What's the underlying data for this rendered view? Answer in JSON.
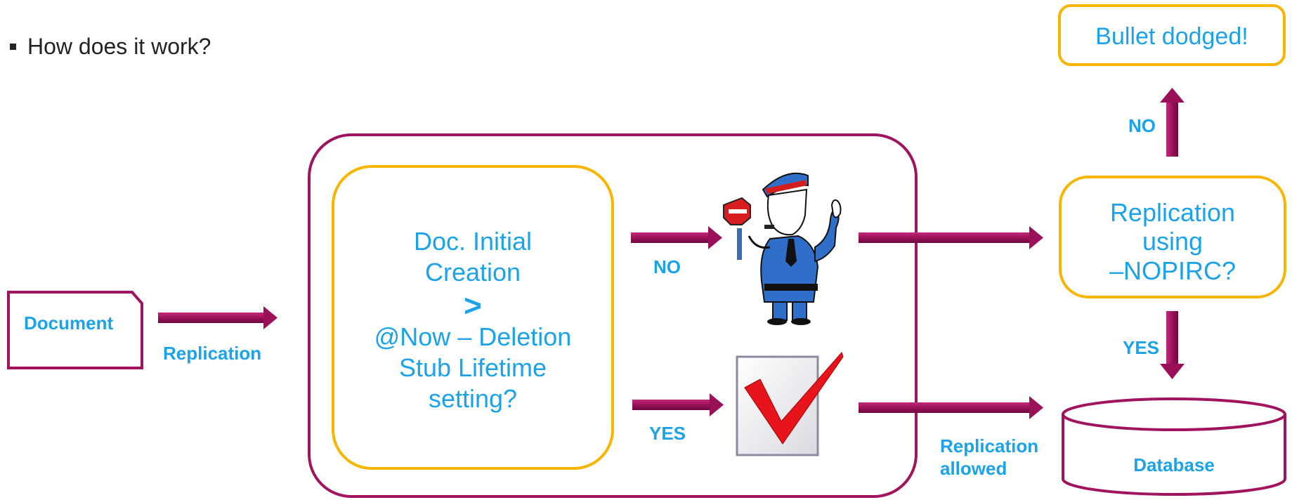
{
  "bullet": {
    "text": "How does it work?"
  },
  "document_box": {
    "label": "Document"
  },
  "labels": {
    "replication": "Replication",
    "no_upper": "NO",
    "yes_lower": "YES",
    "replication_allowed_line1": "Replication",
    "replication_allowed_line2": "allowed",
    "no_right": "NO",
    "yes_right": "YES"
  },
  "decision_box": {
    "line1": "Doc. Initial",
    "line2": "Creation",
    "operator": ">",
    "line3": "@Now – Deletion",
    "line4": "Stub Lifetime",
    "line5": "setting?"
  },
  "nopirc_box": {
    "line1": "Replication",
    "line2": "using",
    "line3": "–NOPIRC?"
  },
  "bullet_dodged_box": {
    "label": "Bullet dodged!"
  },
  "database": {
    "label": "Database"
  },
  "icons": [
    "stop-sign-icon",
    "traffic-policeman-icon",
    "red-checkmark-icon"
  ],
  "colors": {
    "magenta": "#a0135f",
    "orange": "#f7b500",
    "blue": "#1aa3e8"
  }
}
